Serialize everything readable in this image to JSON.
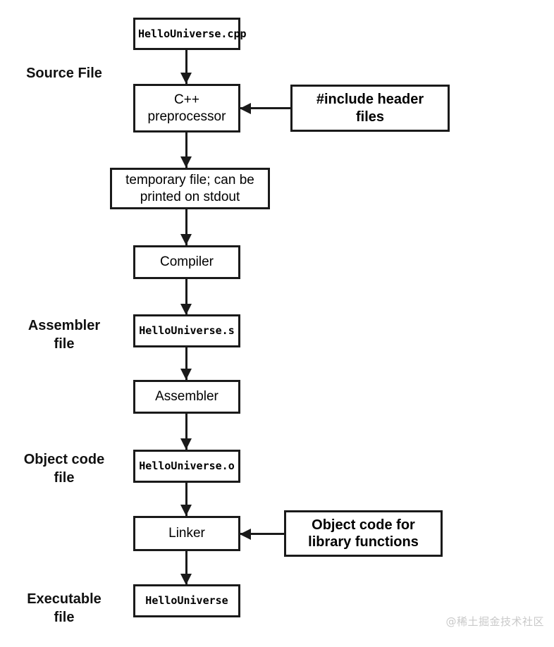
{
  "diagram": {
    "title": "C++ compilation pipeline",
    "background_color": "#ffffff",
    "stroke_color": "#1a1a1a"
  },
  "stage_labels": [
    {
      "id": "source-file",
      "text": "Source File"
    },
    {
      "id": "assembler-file",
      "text": "Assembler\nfile"
    },
    {
      "id": "object-code-file",
      "text": "Object code\nfile"
    },
    {
      "id": "executable-file",
      "text": "Executable\nfile"
    }
  ],
  "nodes": [
    {
      "id": "hellouniverse-cpp",
      "kind": "file",
      "text": "HelloUniverse.cpp"
    },
    {
      "id": "cpp-preprocessor",
      "kind": "process",
      "text": "C++\npreprocessor"
    },
    {
      "id": "include-header-files",
      "kind": "input",
      "text": "#include header\nfiles"
    },
    {
      "id": "temporary-file",
      "kind": "process",
      "text": "temporary file; can be\nprinted on stdout"
    },
    {
      "id": "compiler",
      "kind": "process",
      "text": "Compiler"
    },
    {
      "id": "hellouniverse-s",
      "kind": "file",
      "text": "HelloUniverse.s"
    },
    {
      "id": "assembler",
      "kind": "process",
      "text": "Assembler"
    },
    {
      "id": "hellouniverse-o",
      "kind": "file",
      "text": "HelloUniverse.o"
    },
    {
      "id": "linker",
      "kind": "process",
      "text": "Linker"
    },
    {
      "id": "object-code-library",
      "kind": "input",
      "text": "Object code for\nlibrary functions"
    },
    {
      "id": "hellouniverse",
      "kind": "file",
      "text": "HelloUniverse"
    }
  ],
  "edges": [
    {
      "from": "hellouniverse-cpp",
      "to": "cpp-preprocessor",
      "direction": "down"
    },
    {
      "from": "include-header-files",
      "to": "cpp-preprocessor",
      "direction": "left"
    },
    {
      "from": "cpp-preprocessor",
      "to": "temporary-file",
      "direction": "down"
    },
    {
      "from": "temporary-file",
      "to": "compiler",
      "direction": "down"
    },
    {
      "from": "compiler",
      "to": "hellouniverse-s",
      "direction": "down"
    },
    {
      "from": "hellouniverse-s",
      "to": "assembler",
      "direction": "down"
    },
    {
      "from": "assembler",
      "to": "hellouniverse-o",
      "direction": "down"
    },
    {
      "from": "hellouniverse-o",
      "to": "linker",
      "direction": "down"
    },
    {
      "from": "object-code-library",
      "to": "linker",
      "direction": "left"
    },
    {
      "from": "linker",
      "to": "hellouniverse",
      "direction": "down"
    }
  ],
  "watermark": {
    "text": "@稀土掘金技术社区"
  }
}
